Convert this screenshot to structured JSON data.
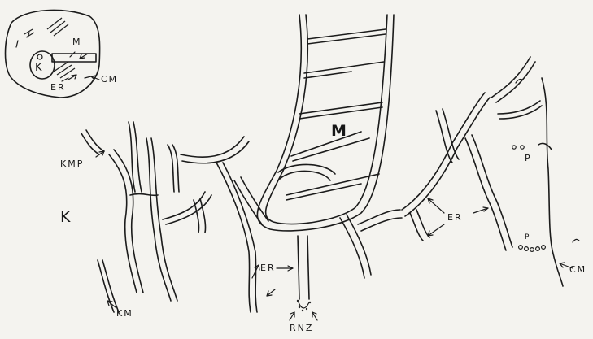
{
  "labels": {
    "inset_M": "M",
    "inset_K": "K",
    "inset_ER": "ER",
    "inset_CM": "CM",
    "KMP": "KMP",
    "K": "K",
    "M": "M",
    "ER_left": "ER",
    "ER_right": "ER",
    "P_upper": "P",
    "P_lower": "P",
    "KM": "KM",
    "CM": "CM",
    "RNZ": "RNZ"
  },
  "colors": {
    "background": "#f4f3ef",
    "ink": "#1b1b1b"
  }
}
